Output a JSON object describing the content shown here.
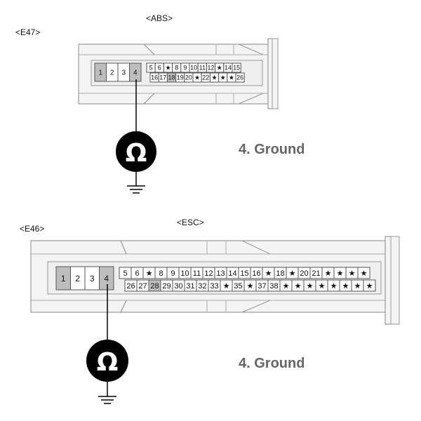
{
  "abs": {
    "connector_id": "<E47>",
    "title": "<ABS>",
    "ground_label": "4. Ground",
    "big_pins": [
      "1",
      "2",
      "3",
      "4"
    ],
    "shaded_big": [
      "1",
      "4"
    ],
    "row1": [
      "5",
      "6",
      "★",
      "8",
      "9",
      "10",
      "11",
      "12",
      "★",
      "14",
      "15"
    ],
    "row2": [
      "16",
      "17",
      "18",
      "19",
      "20",
      "★",
      "22",
      "★",
      "★",
      "★",
      "26"
    ],
    "shaded_small": [
      "18"
    ],
    "meter_symbol": "Ω"
  },
  "esc": {
    "connector_id": "<E46>",
    "title": "<ESC>",
    "ground_label": "4. Ground",
    "big_pins": [
      "1",
      "2",
      "3",
      "4"
    ],
    "shaded_big": [
      "1",
      "4"
    ],
    "row1": [
      "5",
      "6",
      "★",
      "8",
      "9",
      "10",
      "11",
      "12",
      "13",
      "14",
      "15",
      "16",
      "★",
      "18",
      "★",
      "20",
      "21",
      "★",
      "★",
      "★",
      "★"
    ],
    "row2": [
      "26",
      "27",
      "28",
      "29",
      "30",
      "31",
      "32",
      "33",
      "★",
      "35",
      "★",
      "37",
      "38",
      "★",
      "★",
      "★",
      "★",
      "★",
      "★",
      "★",
      "★"
    ],
    "shaded_small": [
      "28"
    ],
    "meter_symbol": "Ω"
  },
  "colors": {
    "pin_shaded": "#bdbdbd",
    "pin_plain": "#ffffff",
    "shell_fill": "#f3f3f3",
    "meter": "#000000"
  }
}
